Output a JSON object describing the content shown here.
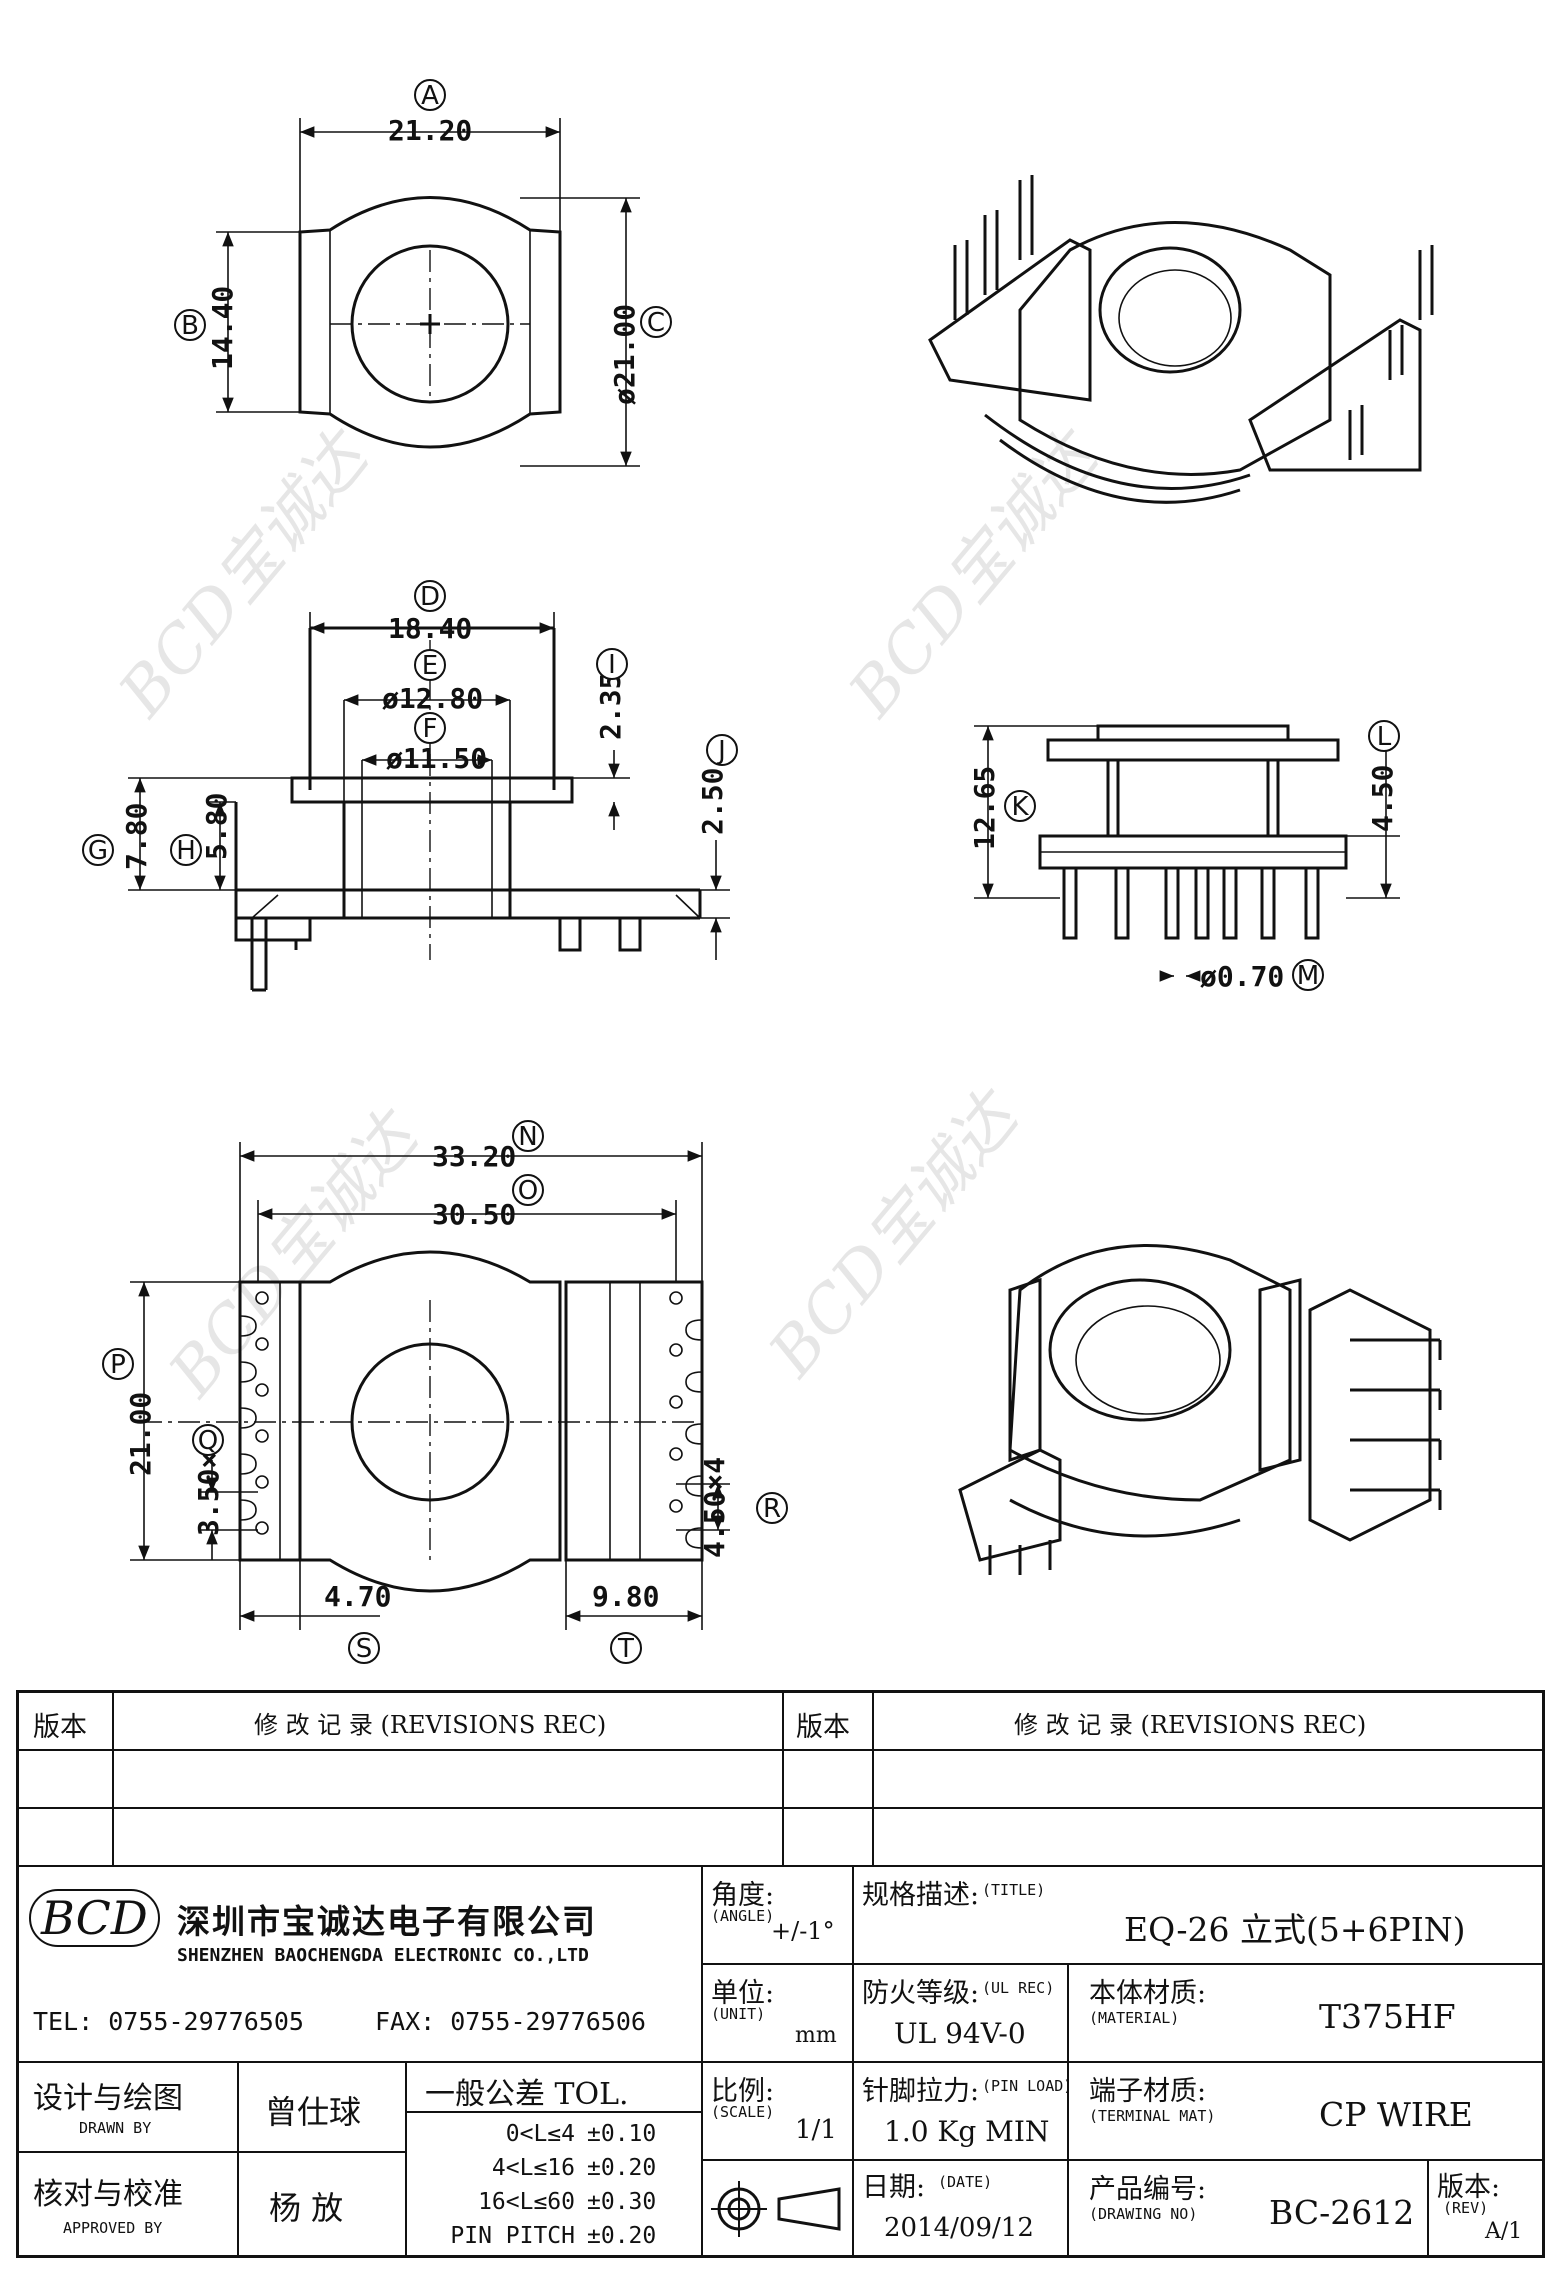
{
  "watermark": "BCD宝诚达",
  "dimensions": {
    "A": {
      "letter": "A",
      "value": "21.20"
    },
    "B": {
      "letter": "B",
      "value": "14.40"
    },
    "C": {
      "letter": "C",
      "value": "ø21.00"
    },
    "D": {
      "letter": "D",
      "value": "18.40"
    },
    "E": {
      "letter": "E",
      "value": "ø12.80"
    },
    "F": {
      "letter": "F",
      "value": "ø11.50"
    },
    "G": {
      "letter": "G",
      "value": "7.80"
    },
    "H": {
      "letter": "H",
      "value": "5.80"
    },
    "I": {
      "letter": "I",
      "value": "2.35"
    },
    "J": {
      "letter": "J",
      "value": "2.50"
    },
    "K": {
      "letter": "K",
      "value": "12.65"
    },
    "L": {
      "letter": "L",
      "value": "4.50"
    },
    "M": {
      "letter": "M",
      "value": "ø0.70"
    },
    "N": {
      "letter": "N",
      "value": "33.20"
    },
    "O": {
      "letter": "O",
      "value": "30.50"
    },
    "P": {
      "letter": "P",
      "value": "21.00"
    },
    "Q": {
      "letter": "Q",
      "value": "3.50×5"
    },
    "R": {
      "letter": "R",
      "value": "4.50×4"
    },
    "S": {
      "letter": "S",
      "value": "4.70"
    },
    "T": {
      "letter": "T",
      "value": "9.80"
    }
  },
  "revisions": {
    "left_ver": "版本",
    "left_rec": "修 改 记 录  (REVISIONS REC)",
    "right_ver": "版本",
    "right_rec": "修 改 记 录  (REVISIONS REC)"
  },
  "company": {
    "logo": "BCD",
    "name_cn": "深圳市宝诚达电子有限公司",
    "name_en": "SHENZHEN BAOCHENGDA ELECTRONIC CO.,LTD",
    "tel": "TEL: 0755-29776505",
    "fax": "FAX: 0755-29776506"
  },
  "fields": {
    "angle_cn": "角度:",
    "angle_en": "(ANGLE)",
    "angle_val": "+/-1°",
    "unit_cn": "单位:",
    "unit_en": "(UNIT)",
    "unit_val": "mm",
    "scale_cn": "比例:",
    "scale_en": "(SCALE)",
    "scale_val": "1/1",
    "title_cn": "规格描述:",
    "title_en": "(TITLE)",
    "title_val": "EQ-26 立式(5+6PIN)",
    "ul_cn": "防火等级:",
    "ul_en": "(UL REC)",
    "ul_val": "UL 94V-0",
    "mat_cn": "本体材质:",
    "mat_en": "(MATERIAL)",
    "mat_val": "T375HF",
    "pin_cn": "针脚拉力:",
    "pin_en": "(PIN LOAD)",
    "pin_val": "1.0 Kg MIN",
    "term_cn": "端子材质:",
    "term_en": "(TERMINAL MAT)",
    "term_val": "CP WIRE",
    "date_cn": "日期:",
    "date_en": "(DATE)",
    "date_val": "2014/09/12",
    "dwg_cn": "产品编号:",
    "dwg_en": "(DRAWING NO)",
    "dwg_val": "BC-2612",
    "rev_cn": "版本:",
    "rev_en": "(REV)",
    "rev_val": "A/1"
  },
  "people": {
    "drawn_cn": "设计与绘图",
    "drawn_en": "DRAWN BY",
    "drawn_name": "曾仕球",
    "appr_cn": "核对与校准",
    "appr_en": "APPROVED BY",
    "appr_name": "杨  放"
  },
  "tolerance": {
    "title": "一般公差 TOL.",
    "rows": [
      {
        "range": "0<L≤4",
        "tol": "±0.10"
      },
      {
        "range": "4<L≤16",
        "tol": "±0.20"
      },
      {
        "range": "16<L≤60",
        "tol": "±0.30"
      },
      {
        "range": "PIN PITCH",
        "tol": "±0.20"
      }
    ]
  }
}
